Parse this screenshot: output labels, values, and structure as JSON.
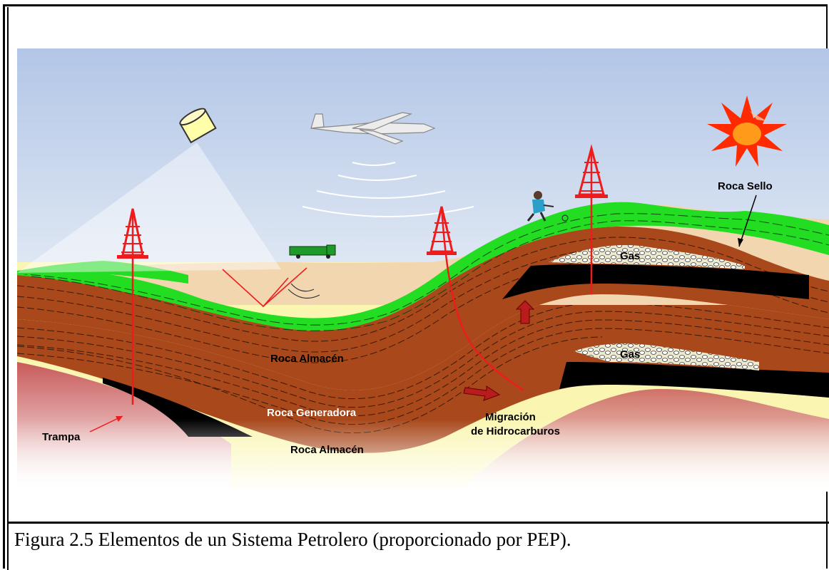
{
  "figure": {
    "labels": {
      "roca_sello": "Roca Sello",
      "gas_upper": "Gas",
      "gas_lower": "Gas",
      "roca_almacen_upper": "Roca Almacén",
      "roca_generadora": "Roca Generadora",
      "roca_almacen_lower": "Roca Almacén",
      "trampa": "Trampa",
      "migracion_line1": "Migración",
      "migracion_line2": "de Hidrocarburos"
    },
    "icons": [
      "satellite-icon",
      "airplane-icon",
      "sun-icon",
      "oil-derrick-icon",
      "truck-icon",
      "surveyor-icon"
    ],
    "colors": {
      "sky_top": "#b3c6e7",
      "sky_bottom": "#e3ebf4",
      "green_layer": "#22dd22",
      "brown_layer": "#a8481b",
      "sand": "#f2d6b0",
      "pale_yellow": "#faf6b2",
      "oil_black": "#000000",
      "derrick_red": "#ee1c1c",
      "sun_red": "#ff2a00",
      "sun_orange": "#ff9a1a"
    }
  },
  "caption": {
    "text": "Figura 2.5 Elementos de un Sistema Petrolero (proporcionado por PEP)."
  }
}
